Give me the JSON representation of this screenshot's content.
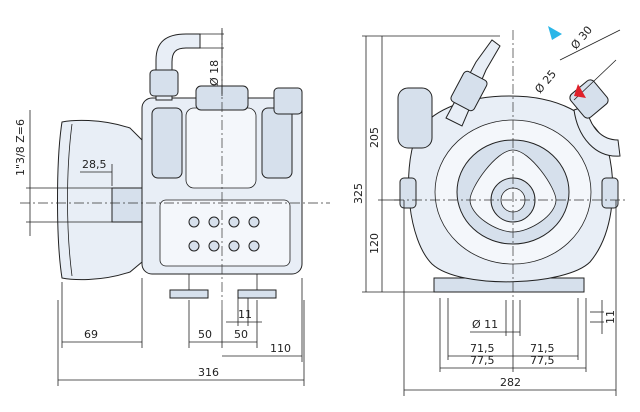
{
  "dimensions": {
    "d18": "Ø 18",
    "d30": "Ø 30",
    "d25": "Ø 25",
    "thread": "1\"3/8 Z=6",
    "d28_5": "28,5",
    "d69": "69",
    "d50a": "50",
    "d50b": "50",
    "d11_left": "11",
    "d110": "110",
    "d316": "316",
    "d205": "205",
    "d325": "325",
    "d120": "120",
    "d11_hole": "Ø 11",
    "d71_5a": "71,5",
    "d71_5b": "71,5",
    "d77_5a": "77,5",
    "d77_5b": "77,5",
    "d11_right": "11",
    "d282": "282"
  },
  "colors": {
    "line": "#222222",
    "body_fill": "#e8eef6",
    "arrow_inlet": "#29b6e8",
    "arrow_outlet": "#e0202a"
  }
}
